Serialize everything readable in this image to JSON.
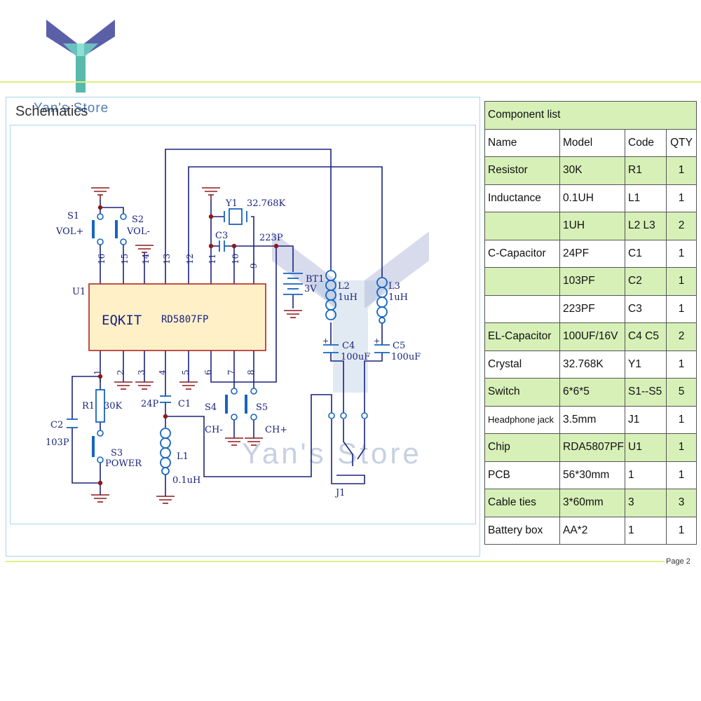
{
  "brand": {
    "store_name": "Yan's Store",
    "watermark": "Yan's Store"
  },
  "page": {
    "number": "Page 2"
  },
  "schematic": {
    "title": "Schematics",
    "chip_label_1": "EQKIT",
    "chip_label_2": "RD5807FP",
    "u_label": "U1",
    "pins_top": [
      "16",
      "15",
      "14",
      "13",
      "12",
      "11",
      "10",
      "9"
    ],
    "pins_bottom": [
      "1",
      "2",
      "3",
      "4",
      "5",
      "6",
      "7",
      "8"
    ],
    "s1": "S1",
    "vol_plus": "VOL+",
    "s2": "S2",
    "vol_minus": "VOL-",
    "y1": "Y1",
    "y1_value": "32.768K",
    "c3": "C3",
    "c3_value": "223P",
    "bt1": "BT1",
    "bt1_value": "3V",
    "l2": "L2",
    "l2_value": "1uH",
    "l3": "L3",
    "l3_value": "1uH",
    "c4": "C4",
    "c4_value": "100uF",
    "c5": "C5",
    "c5_value": "100uF",
    "r1": "R1",
    "r1_value": "30K",
    "c2": "C2",
    "c2_value": "103P",
    "s3": "S3",
    "power": "POWER",
    "c1_value": "24P",
    "c1": "C1",
    "l1": "L1",
    "l1_value": "0.1uH",
    "s4": "S4",
    "ch_minus": "CH-",
    "s5": "S5",
    "ch_plus": "CH+",
    "j1": "J1",
    "plus_sign": "+"
  },
  "component_list": {
    "title": "Component list",
    "headers": [
      "Name",
      "Model",
      "Code",
      "QTY"
    ],
    "rows": [
      {
        "name": "Resistor",
        "model": "30K",
        "code": "R1",
        "qty": "1"
      },
      {
        "name": "Inductance",
        "model": "0.1UH",
        "code": "L1",
        "qty": "1"
      },
      {
        "name": "",
        "model": "1UH",
        "code": "L2  L3",
        "qty": "2"
      },
      {
        "name": "C-Capacitor",
        "model": "24PF",
        "code": "C1",
        "qty": "1"
      },
      {
        "name": "",
        "model": "103PF",
        "code": "C2",
        "qty": "1"
      },
      {
        "name": "",
        "model": "223PF",
        "code": "C3",
        "qty": "1"
      },
      {
        "name": "EL-Capacitor",
        "model": "100UF/16V",
        "code": "C4  C5",
        "qty": "2"
      },
      {
        "name": "Crystal",
        "model": "32.768K",
        "code": "Y1",
        "qty": "1"
      },
      {
        "name": "Switch",
        "model": "6*6*5",
        "code": "S1--S5",
        "qty": "5"
      },
      {
        "name": "Headphone jack",
        "model": "3.5mm",
        "code": "J1",
        "qty": "1"
      },
      {
        "name": "Chip",
        "model": "RDA5807PF",
        "code": "U1",
        "qty": "1"
      },
      {
        "name": "PCB",
        "model": "56*30mm",
        "code": "1",
        "qty": "1"
      },
      {
        "name": "Cable ties",
        "model": "3*60mm",
        "code": "3",
        "qty": "3"
      },
      {
        "name": "Battery box",
        "model": " AA*2",
        "code": "1",
        "qty": "1"
      }
    ]
  },
  "colors": {
    "accent_line": "#e0ef7f",
    "wire": "#1a237e",
    "component": "#1565c0",
    "node": "#8b1a1a",
    "chip_fill": "#fff0c8",
    "chip_border": "#b3261e",
    "table_highlight": "#d7f0b8"
  }
}
